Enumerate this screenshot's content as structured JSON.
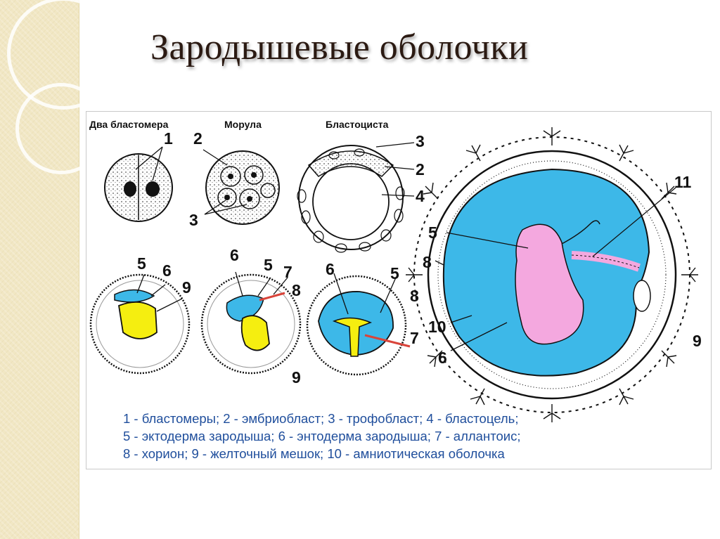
{
  "slide": {
    "title": "Зародышевые оболочки"
  },
  "diagram": {
    "stage_labels": {
      "two_blastomeres": "Два бластомера",
      "morula": "Морула",
      "blastocyst": "Бластоциста"
    },
    "numbers": {
      "n1": "1",
      "n2": "2",
      "n3": "3",
      "n4": "4",
      "n5": "5",
      "n6": "6",
      "n7": "7",
      "n8": "8",
      "n9": "9",
      "n10": "10",
      "n11": "11"
    },
    "legend": [
      "1 - бластомеры; 2 - эмбриобласт; 3 - трофобласт; 4 - бластоцель;",
      "5 - эктодерма зародыша; 6 - энтодерма зародыша; 7 - аллантоис;",
      "8 - хорион; 9 - желточный мешок; 10 - амниотическая оболочка"
    ],
    "colors": {
      "amnion_cavity": "#3db8e8",
      "yolk_sac": "#f5ee10",
      "embryo": "#f4a8df",
      "allantois": "#d9443a",
      "legend_text": "#1f4e9c"
    }
  }
}
